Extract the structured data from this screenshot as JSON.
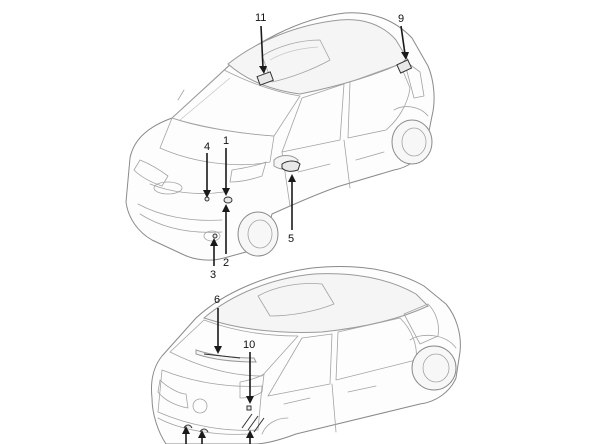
{
  "callouts": [
    {
      "id": "1",
      "label": "1"
    },
    {
      "id": "2",
      "label": "2"
    },
    {
      "id": "3",
      "label": "3"
    },
    {
      "id": "4",
      "label": "4"
    },
    {
      "id": "5",
      "label": "5"
    },
    {
      "id": "6",
      "label": "6"
    },
    {
      "id": "9",
      "label": "9"
    },
    {
      "id": "10",
      "label": "10"
    },
    {
      "id": "11",
      "label": "11"
    }
  ]
}
